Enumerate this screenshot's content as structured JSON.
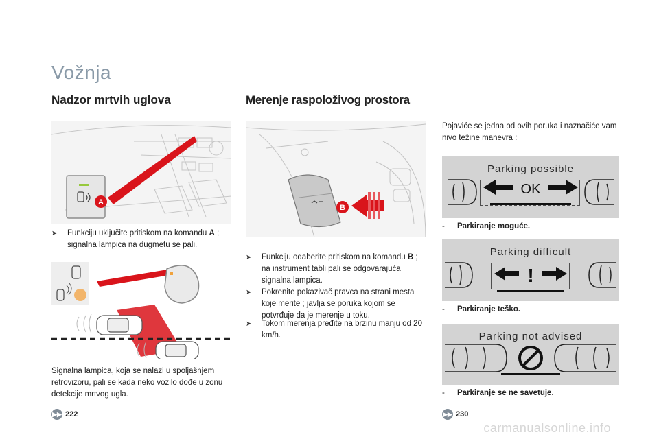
{
  "page": {
    "title": "Vožnja",
    "watermark": "carmanualsonline.info"
  },
  "left": {
    "section_title": "Nadzor mrtvih uglova",
    "button_label": "A",
    "bullet": {
      "before": "Funkciju uključite pritiskom na komandu ",
      "bold": "A",
      "after": " ; signalna lampica na dugmetu se pali."
    },
    "paragraph": "Signalna lampica, koja se nalazi u spoljašnjem retrovizoru, pali se kada neko vozilo dođe u zonu detekcije mrtvog ugla.",
    "page_ref": "222"
  },
  "middle": {
    "section_title": "Merenje raspoloživog prostora",
    "button_label": "B",
    "bullets": [
      {
        "before": "Funkciju odaberite pritiskom na komandu ",
        "bold": "B",
        "after": " ; na instrument tabli pali se odgovarajuća signalna lampica."
      },
      {
        "before": "Pokrenite pokazivač pravca na strani mesta koje merite ; javlja se poruka kojom se potvrđuje da je merenje u toku.",
        "bold": "",
        "after": ""
      },
      {
        "before": "Tokom merenja pređite na brzinu manju od 20 km/h.",
        "bold": "",
        "after": ""
      }
    ]
  },
  "right": {
    "intro": "Pojaviće se jedna od ovih poruka i naznačiće vam nivo težine manevra :",
    "messages": [
      {
        "box_title": "Parking possible",
        "symbol": "OK",
        "status": "Parkiranje moguće."
      },
      {
        "box_title": "Parking difficult",
        "symbol": "!",
        "status": "Parkiranje teško."
      },
      {
        "box_title": "Parking not advised",
        "symbol": "no-entry",
        "status": "Parkiranje se ne savetuje."
      }
    ],
    "dash": "-",
    "page_ref": "230"
  },
  "colors": {
    "title_gray": "#8a9aa8",
    "alert_red": "#d9141b",
    "panel_gray": "#d3d3d3"
  }
}
